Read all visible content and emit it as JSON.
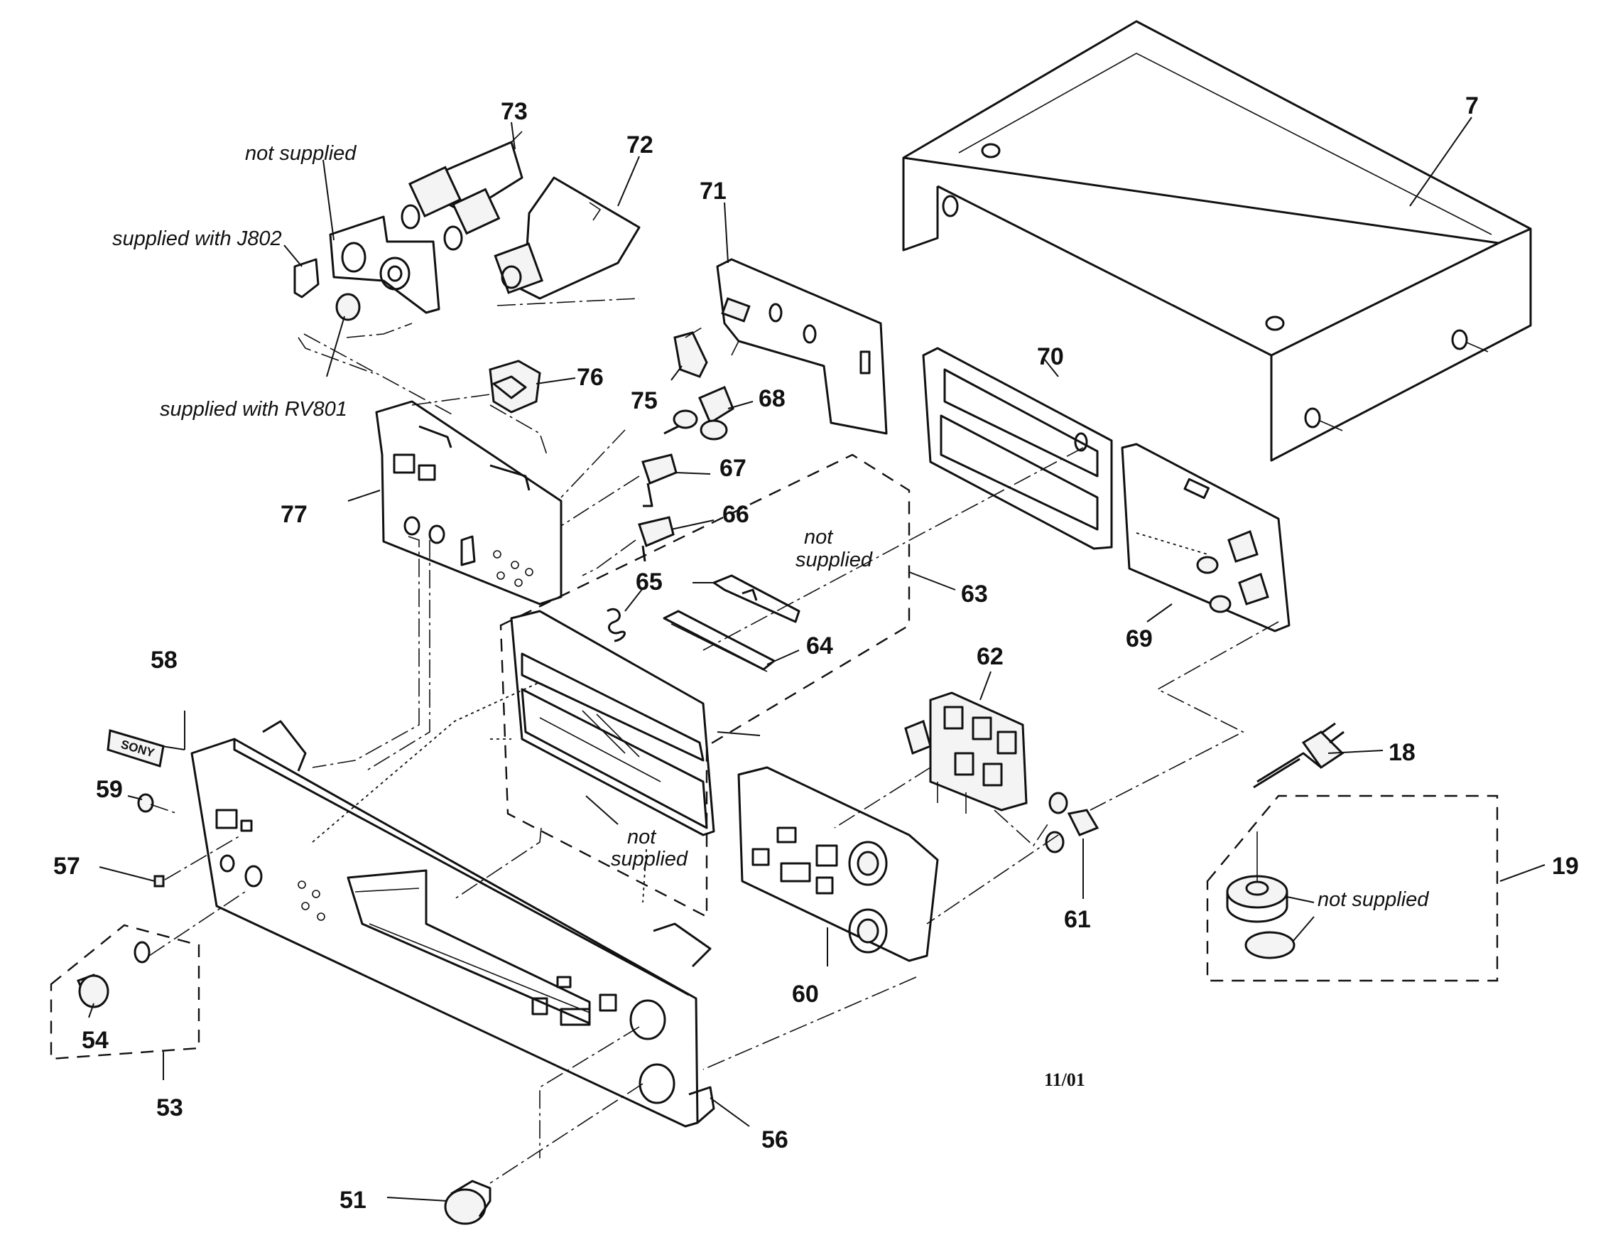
{
  "callouts": {
    "p7": "7",
    "p18": "18",
    "p19": "19",
    "p51": "51",
    "p53": "53",
    "p54": "54",
    "p56": "56",
    "p57": "57",
    "p58": "58",
    "p59": "59",
    "p60": "60",
    "p61": "61",
    "p62": "62",
    "p63": "63",
    "p64": "64",
    "p65": "65",
    "p66": "66",
    "p67": "67",
    "p68": "68",
    "p69": "69",
    "p70": "70",
    "p71": "71",
    "p72": "72",
    "p73": "73",
    "p75": "75",
    "p76": "76",
    "p77": "77"
  },
  "notes": {
    "not_supplied_top": "not supplied",
    "supplied_j802": "supplied with J802",
    "supplied_rv801": "supplied with RV801",
    "not_supplied_mid_1": "not",
    "not_supplied_mid_2": "supplied",
    "not_supplied_tray_1": "not",
    "not_supplied_tray_2": "supplied",
    "not_supplied_feet": "not supplied"
  },
  "logo_text": "SONY",
  "date_code": "11/01"
}
